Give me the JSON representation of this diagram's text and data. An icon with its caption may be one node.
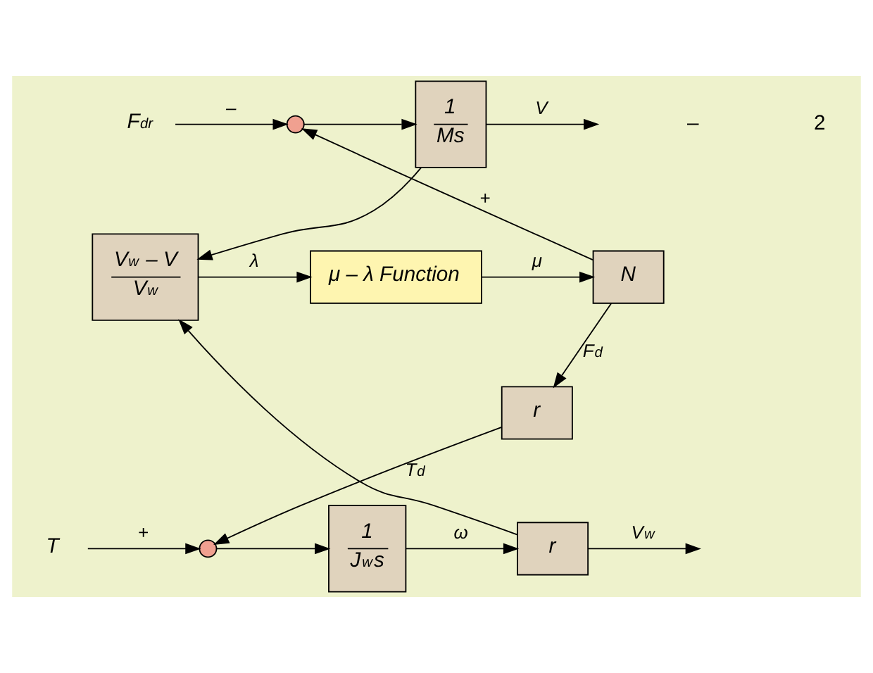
{
  "diagram": {
    "nodes": [
      {
        "text": [
          "F$_{dr}$"
        ]
      },
      {
        "text": [],
        "shape": "circle"
      },
      {
        "text": [
          "1",
          "Ms"
        ]
      },
      {
        "text": [
          "N"
        ]
      },
      {
        "text": [
          "μ – λ Function"
        ]
      },
      {
        "text": [
          "V$_{w}$ – V",
          "V$_{w}$"
        ]
      },
      {
        "text": [
          "r"
        ]
      },
      {
        "text": [
          "T"
        ]
      },
      {
        "text": [],
        "shape": "circle"
      },
      {
        "text": [
          "1",
          "J$_{w}$s"
        ]
      },
      {
        "text": [
          "r"
        ]
      }
    ],
    "edges": [
      {
        "from": 0,
        "to": 1,
        "arrow": "to",
        "label": "–"
      },
      {
        "from": 1,
        "to": 2,
        "arrow": "to"
      },
      {
        "from": 2,
        "to": null,
        "arrow": "to",
        "label": "V"
      },
      {
        "from": 2,
        "to": 5,
        "arrow": "to"
      },
      {
        "from": 5,
        "to": 4,
        "arrow": "to",
        "label": "λ"
      },
      {
        "from": 4,
        "to": 3,
        "arrow": "to",
        "label": "μ"
      },
      {
        "from": 3,
        "to": 1,
        "arrow": "to",
        "label": "+"
      },
      {
        "from": 3,
        "to": 6,
        "arrow": "to",
        "label": "F$_{d}$"
      },
      {
        "from": 6,
        "to": 8,
        "arrow": "to",
        "label": "T$_{d}$"
      },
      {
        "from": 7,
        "to": 8,
        "arrow": "to",
        "label": "+"
      },
      {
        "from": 8,
        "to": 9,
        "arrow": "to"
      },
      {
        "from": 9,
        "to": 10,
        "arrow": "to",
        "label": "ω"
      },
      {
        "from": 10,
        "to": null,
        "arrow": "to",
        "label": "V$_{w}$"
      },
      {
        "from": 10,
        "to": 5,
        "arrow": "to"
      }
    ],
    "labels": [
      "–",
      "2"
    ]
  }
}
